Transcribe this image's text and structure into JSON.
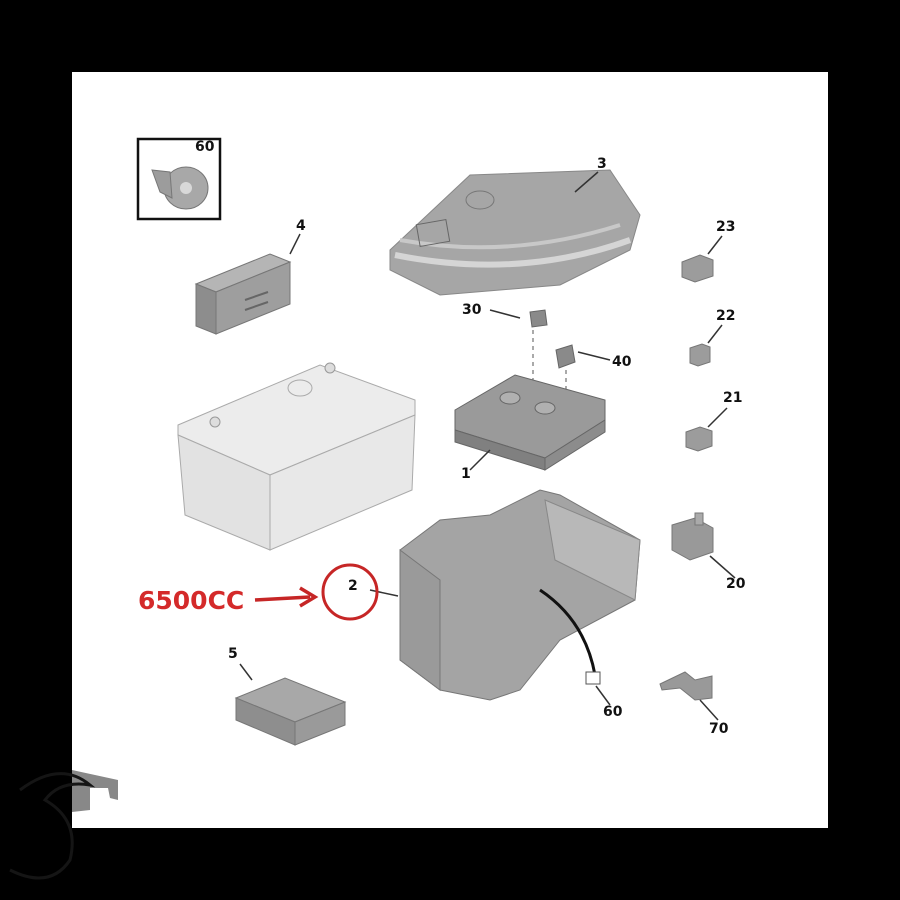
{
  "diagram": {
    "title": "",
    "callout": {
      "text": "6500CC",
      "color": "#d42a2a",
      "points_to": "2"
    },
    "parts": [
      {
        "id": "60",
        "name": "fastener clip",
        "label": "60",
        "boxed": true
      },
      {
        "id": "3",
        "name": "fuse box cover",
        "label": "3"
      },
      {
        "id": "4",
        "name": "relay housing block",
        "label": "4"
      },
      {
        "id": "23",
        "name": "relay",
        "label": "23"
      },
      {
        "id": "30",
        "name": "fuse",
        "label": "30"
      },
      {
        "id": "22",
        "name": "relay",
        "label": "22"
      },
      {
        "id": "40",
        "name": "fuse",
        "label": "40"
      },
      {
        "id": "battery",
        "name": "battery",
        "label": ""
      },
      {
        "id": "1",
        "name": "fuse box",
        "label": "1"
      },
      {
        "id": "21",
        "name": "relay",
        "label": "21"
      },
      {
        "id": "2",
        "name": "battery fuse box bracket",
        "label": "2"
      },
      {
        "id": "20",
        "name": "relay",
        "label": "20"
      },
      {
        "id": "5",
        "name": "terminal block",
        "label": "5"
      },
      {
        "id": "60b",
        "name": "cable tie",
        "label": "60"
      },
      {
        "id": "70",
        "name": "bracket clip",
        "label": "70"
      }
    ]
  },
  "colors": {
    "frame": "#000000",
    "panel": "#ffffff",
    "part_fill": "#9a9a9a",
    "battery_fill": "#e6e6e6",
    "callout": "#d42a2a"
  }
}
